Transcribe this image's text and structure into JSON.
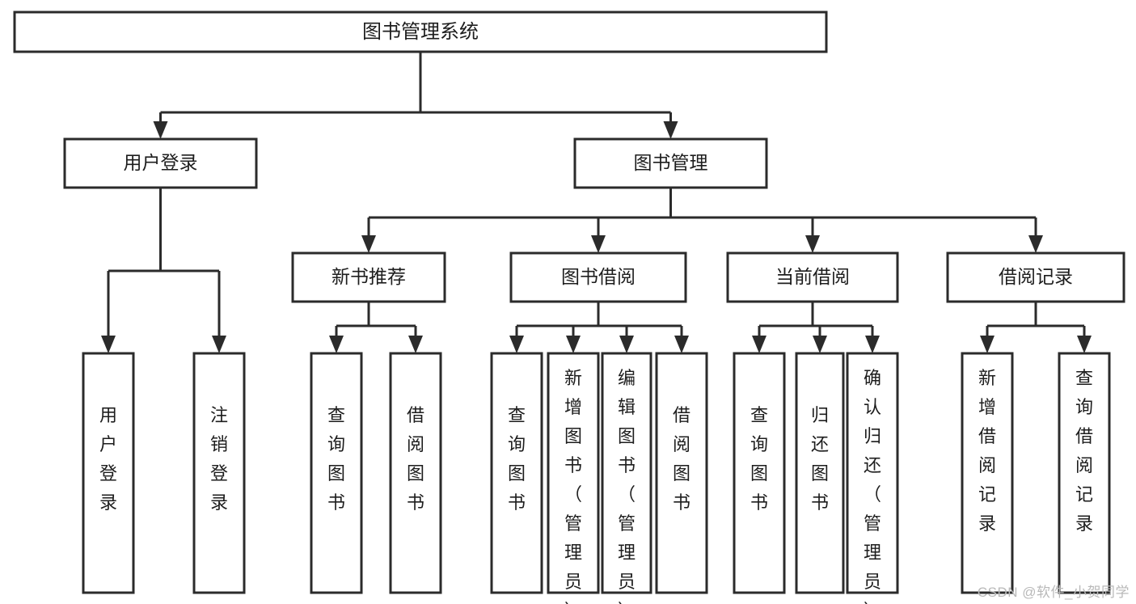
{
  "diagram": {
    "type": "tree",
    "title": "图书管理系统",
    "watermark": "CSDN @软件_小贺同学",
    "colors": {
      "stroke": "#2b2b2b",
      "fill": "#ffffff",
      "text": "#1d1d1d",
      "watermark": "#b9b9b9",
      "background": "#ffffff"
    },
    "nodes": {
      "root": {
        "label": "图书管理系统",
        "orientation": "horizontal"
      },
      "level2": [
        {
          "id": "user-login",
          "label": "用户登录",
          "orientation": "horizontal"
        },
        {
          "id": "book-manage",
          "label": "图书管理",
          "orientation": "horizontal"
        }
      ],
      "level3": [
        {
          "id": "new-book-recommend",
          "label": "新书推荐",
          "orientation": "horizontal"
        },
        {
          "id": "book-borrow",
          "label": "图书借阅",
          "orientation": "horizontal"
        },
        {
          "id": "current-borrow",
          "label": "当前借阅",
          "orientation": "horizontal"
        },
        {
          "id": "borrow-record",
          "label": "借阅记录",
          "orientation": "horizontal"
        }
      ],
      "leaves": {
        "user-login": [
          {
            "id": "leaf-user-login",
            "label": "用户登录",
            "orientation": "vertical"
          },
          {
            "id": "leaf-user-logout",
            "label": "注销登录",
            "orientation": "vertical"
          }
        ],
        "new-book-recommend": [
          {
            "id": "leaf-query-book-1",
            "label": "查询图书",
            "orientation": "vertical"
          },
          {
            "id": "leaf-borrow-book-1",
            "label": "借阅图书",
            "orientation": "vertical"
          }
        ],
        "book-borrow": [
          {
            "id": "leaf-query-book-2",
            "label": "查询图书",
            "orientation": "vertical"
          },
          {
            "id": "leaf-add-book",
            "label": "新增图书（管理员）",
            "orientation": "vertical"
          },
          {
            "id": "leaf-edit-book",
            "label": "编辑图书（管理员）",
            "orientation": "vertical"
          },
          {
            "id": "leaf-borrow-book-2",
            "label": "借阅图书",
            "orientation": "vertical"
          }
        ],
        "current-borrow": [
          {
            "id": "leaf-query-book-3",
            "label": "查询图书",
            "orientation": "vertical"
          },
          {
            "id": "leaf-return-book",
            "label": "归还图书",
            "orientation": "vertical"
          },
          {
            "id": "leaf-confirm-return",
            "label": "确认归还（管理员）",
            "orientation": "vertical"
          }
        ],
        "borrow-record": [
          {
            "id": "leaf-add-record",
            "label": "新增借阅记录",
            "orientation": "vertical"
          },
          {
            "id": "leaf-query-record",
            "label": "查询借阅记录",
            "orientation": "vertical"
          }
        ]
      }
    }
  }
}
